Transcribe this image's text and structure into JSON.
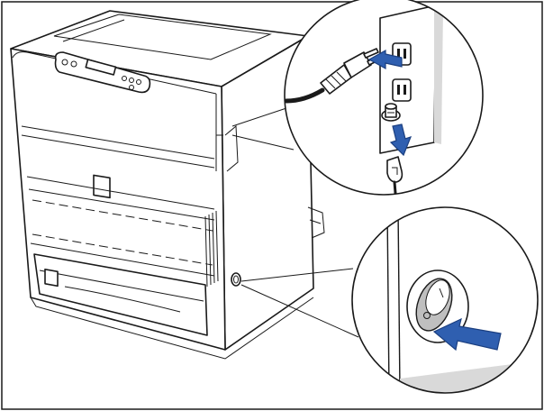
{
  "illustration": {
    "kind": "printer power connection instruction",
    "callouts": [
      "unplug-power-cord-from-outlet",
      "disconnect-ground-wire",
      "press-power-switch-off"
    ],
    "colors": {
      "line": "#1a1a1a",
      "fill": "#ffffff",
      "arrow": "#2f5fb0",
      "arrow_edge": "#1b3f80",
      "shade": "#d9d9d9"
    }
  }
}
